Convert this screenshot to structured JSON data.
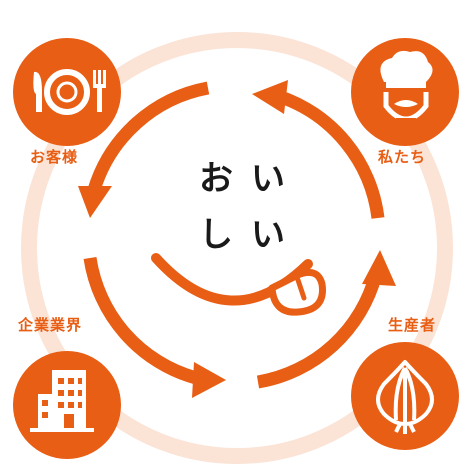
{
  "center": {
    "chars": [
      "お",
      "い",
      "し",
      "い"
    ]
  },
  "actors": {
    "customers": {
      "label": "お客様",
      "icon": "plate-fork-knife-icon"
    },
    "us": {
      "label": "私たち",
      "icon": "chef-icon"
    },
    "producers": {
      "label": "生産者",
      "icon": "onion-icon"
    },
    "companies": {
      "label": "企業業界",
      "icon": "building-icon"
    }
  },
  "colors": {
    "accent": "#e85e14",
    "ring": "#fbe3d6",
    "text": "#1a1a1a"
  }
}
